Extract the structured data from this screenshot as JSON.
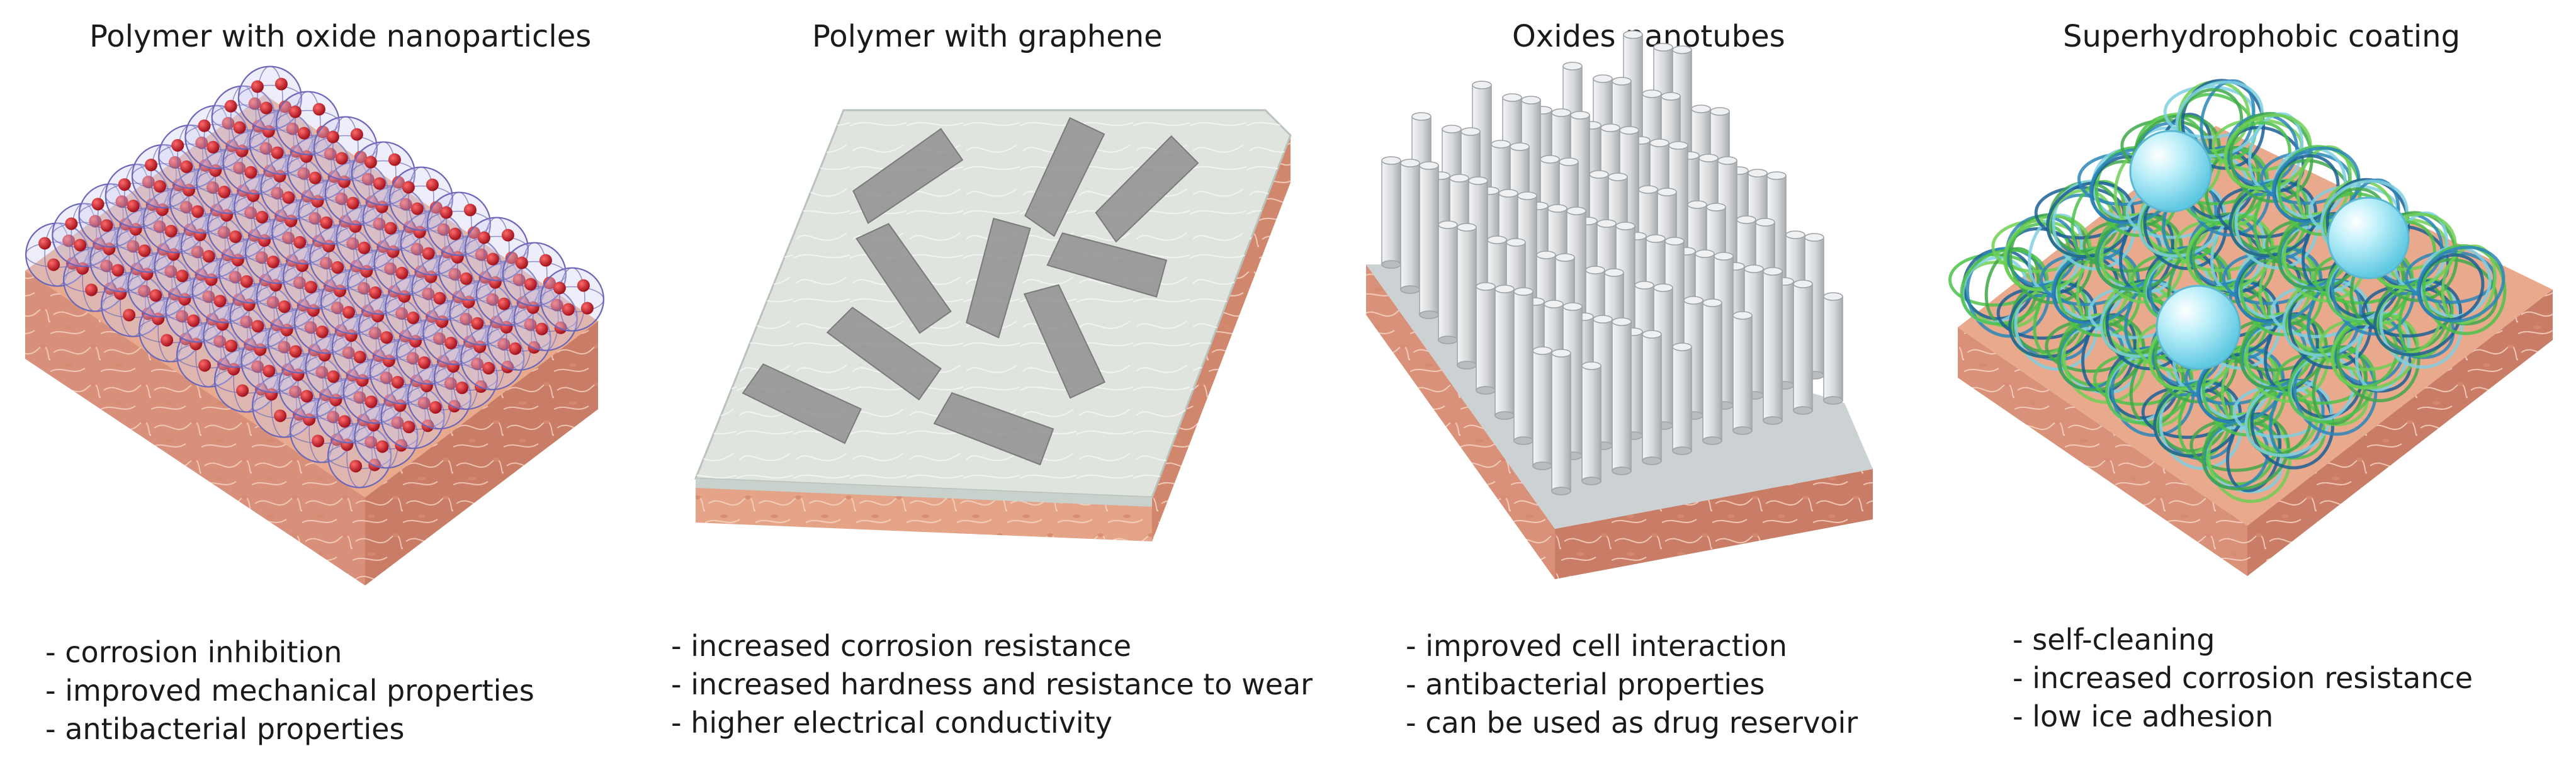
{
  "panels": [
    {
      "title": "Polymer with oxide nanoparticles",
      "features": [
        "corrosion inhibition",
        "improved mechanical properties",
        "antibacterial properties"
      ]
    },
    {
      "title": "Polymer with graphene",
      "features": [
        "increased corrosion resistance",
        "increased hardness and resistance to wear",
        "higher electrical conductivity"
      ]
    },
    {
      "title": "Oxides nanotubes",
      "features": [
        "improved cell interaction",
        "antibacterial properties",
        "can be used as drug reservoir"
      ]
    },
    {
      "title": "Superhydrophobic coating",
      "features": [
        "self-cleaning",
        "increased corrosion resistance",
        "low ice adhesion"
      ]
    }
  ],
  "colors": {
    "tissue": "#e9a98d",
    "tissue_dark": "#d88f73",
    "nanoparticle": "#c21f2a",
    "polymer_mesh": "#6a66b8",
    "graphene_matrix": "#dfe4df",
    "graphene_flake": "#8f8f8f",
    "nanotube": "#d4d6d8",
    "coating_green": "#4cc24a",
    "coating_blue": "#1c5f95",
    "droplet": "#9be3f2"
  }
}
